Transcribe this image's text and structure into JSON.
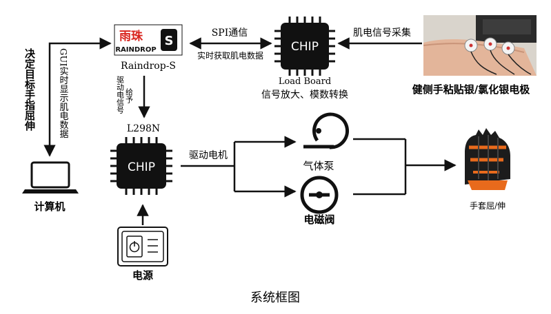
{
  "diagram": {
    "caption": "系统框图",
    "raindrop": {
      "logo_cn": "雨珠",
      "logo_en": "RAINDROP",
      "logo_badge": "S",
      "name": "Raindrop-S"
    },
    "load_board": {
      "chip_text": "CHIP",
      "name": "Load Board",
      "desc": "信号放大、模数转换"
    },
    "l298n": {
      "chip_text": "CHIP",
      "name": "L298N"
    },
    "computer": {
      "name": "计算机"
    },
    "electrodes": {
      "name": "健侧手粘贴银/氯化银电极"
    },
    "power": {
      "name": "电源"
    },
    "pump": {
      "name": "气体泵"
    },
    "valve": {
      "name": "电磁阀"
    },
    "glove": {
      "name": "手套屈/伸"
    },
    "edges": {
      "spi": "SPI通信",
      "realtime": "实时获取肌电数据",
      "emg_collect": "肌电信号采集",
      "drive_signal_a": "驱动电信号",
      "drive_signal_b": "给予",
      "gui": "GUI实时显示肌电数据",
      "decide": "决定目标手指屈伸",
      "drive_motor": "驱动电机"
    }
  }
}
